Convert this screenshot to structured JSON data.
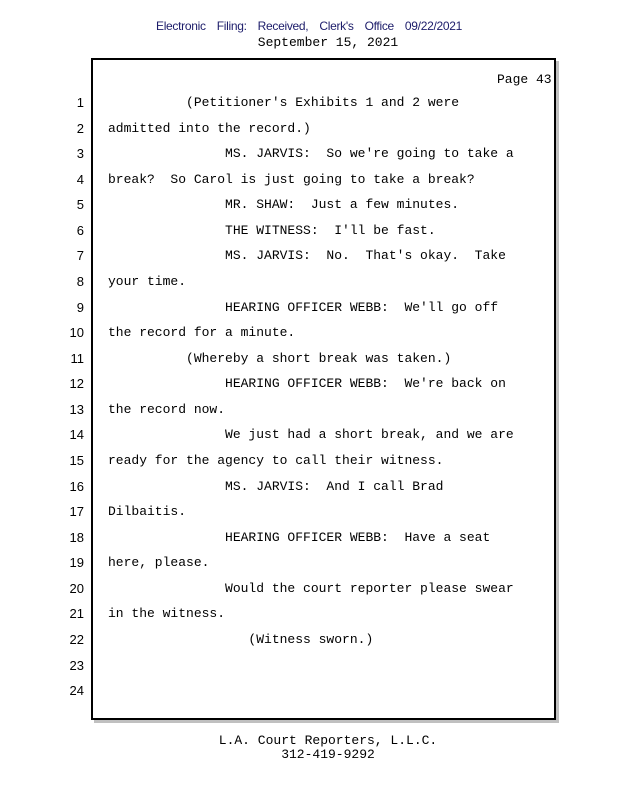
{
  "header": {
    "filing_stamp": "Electronic Filing: Received, Clerk's Office 09/22/2021",
    "date": "September 15, 2021"
  },
  "page_label": "Page 43",
  "lines": [
    {
      "n": "1",
      "text": "          (Petitioner's Exhibits 1 and 2 were"
    },
    {
      "n": "2",
      "text": "admitted into the record.)"
    },
    {
      "n": "3",
      "text": "               MS. JARVIS:  So we're going to take a"
    },
    {
      "n": "4",
      "text": "break?  So Carol is just going to take a break?"
    },
    {
      "n": "5",
      "text": "               MR. SHAW:  Just a few minutes."
    },
    {
      "n": "6",
      "text": "               THE WITNESS:  I'll be fast."
    },
    {
      "n": "7",
      "text": "               MS. JARVIS:  No.  That's okay.  Take"
    },
    {
      "n": "8",
      "text": "your time."
    },
    {
      "n": "9",
      "text": "               HEARING OFFICER WEBB:  We'll go off"
    },
    {
      "n": "10",
      "text": "the record for a minute."
    },
    {
      "n": "11",
      "text": "          (Whereby a short break was taken.)"
    },
    {
      "n": "12",
      "text": "               HEARING OFFICER WEBB:  We're back on"
    },
    {
      "n": "13",
      "text": "the record now."
    },
    {
      "n": "14",
      "text": "               We just had a short break, and we are"
    },
    {
      "n": "15",
      "text": "ready for the agency to call their witness."
    },
    {
      "n": "16",
      "text": "               MS. JARVIS:  And I call Brad"
    },
    {
      "n": "17",
      "text": "Dilbaitis."
    },
    {
      "n": "18",
      "text": "               HEARING OFFICER WEBB:  Have a seat"
    },
    {
      "n": "19",
      "text": "here, please."
    },
    {
      "n": "20",
      "text": "               Would the court reporter please swear"
    },
    {
      "n": "21",
      "text": "in the witness."
    },
    {
      "n": "22",
      "text": "                  (Witness sworn.)"
    },
    {
      "n": "23",
      "text": ""
    },
    {
      "n": "24",
      "text": ""
    }
  ],
  "footer": {
    "company": "L.A. Court Reporters, L.L.C.",
    "phone": "312-419-9292"
  }
}
